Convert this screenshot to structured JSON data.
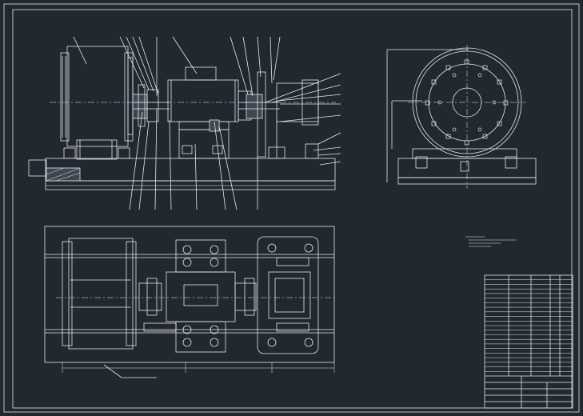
{
  "drawing": {
    "background": "#212830",
    "line_color": "#e8e8e8",
    "accent_color": "#d8d8d8"
  },
  "tech_notes": {
    "heading": "技术要求",
    "lines": [
      "1.",
      "2.",
      "3."
    ]
  },
  "title_block": {
    "part_rows": 22,
    "sheet_label": "",
    "scale_label": ""
  }
}
